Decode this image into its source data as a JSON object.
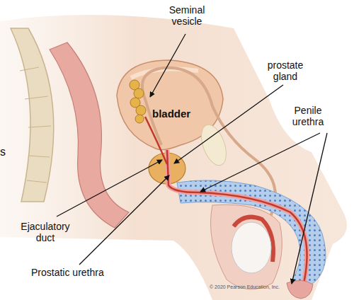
{
  "diagram": {
    "labels": [
      "Seminal vesicle",
      "prostate gland",
      "bladder",
      "Penile urethra",
      "s",
      "Ejaculatory duct",
      "Prostatic urethra",
      "© 2020 Pearson Education, Inc."
    ]
  }
}
